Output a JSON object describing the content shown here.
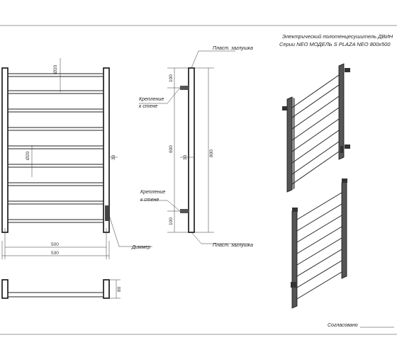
{
  "title": {
    "line1": "Электрический полотенцесушитель ДВИН",
    "line2": "Серии NEO МОДЕЛЬ S PLAZA NEO 800x500"
  },
  "callouts": {
    "plug_top": "Пласт. заглушка",
    "plug_bottom": "Пласт. заглушка",
    "mount_top_1": "Крепление",
    "mount_top_2": "к стене",
    "mount_bottom_1": "Крепление",
    "mount_bottom_2": "к стене",
    "dimmer": "Диммер"
  },
  "dimensions": {
    "dia_top": "Ø20",
    "dia_mid": "Ø20",
    "offset_30_front": "30",
    "offset_30_side": "30",
    "width_inner": "500",
    "width_outer": "530",
    "depth": "80",
    "seg_top": "100",
    "seg_mid": "600",
    "seg_bottom": "100",
    "height_total": "800"
  },
  "footer": {
    "approval": "Согласовано"
  }
}
